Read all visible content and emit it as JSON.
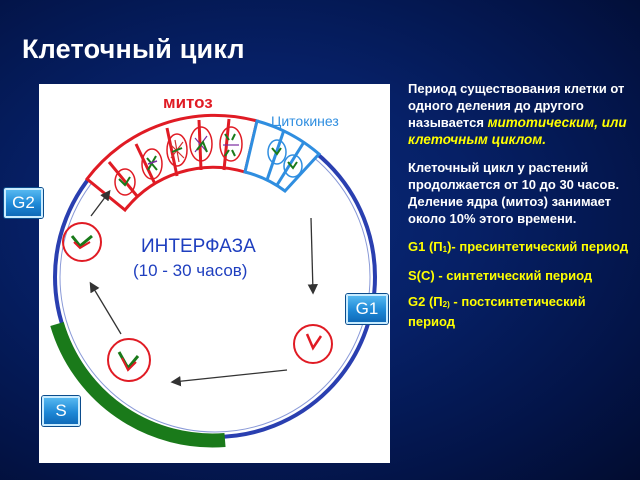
{
  "slide": {
    "title": "Клеточный цикл"
  },
  "diagram": {
    "mitosis_label": "митоз",
    "cytokinesis_label": "Цитокинез",
    "interphase_title": "ИНТЕРФАЗА",
    "interphase_duration": "(10 - 30 часов)",
    "phase_labels": {
      "g2": "G2",
      "g1": "G1",
      "s": "S"
    },
    "colors": {
      "ring": "#2a3fb0",
      "mitosis_cells": "#e01b24",
      "cytokinesis_cells": "#2f8ee0",
      "s_arc": "#1a7a1a",
      "label_red": "#e01b24",
      "title_blue": "#1f3fbf"
    }
  },
  "text": {
    "intro": "Период существования клетки от одного деления до другого называется",
    "intro_term": "митотическим, или клеточным циклом.",
    "duration": "Клеточный цикл у растений продолжается от 10 до 30 часов. Деление ядра (митоз) занимает около 10% этого времени.",
    "g1_code": "G1 (П",
    "g1_sub": "1",
    "g1_close": ")-",
    "g1_name": "пресинтетический период",
    "s_code": "S(С)",
    "s_name": "- синтетический период",
    "g2_code": "G2 (П",
    "g2_sub": "2)",
    "g2_dash": "-",
    "g2_name": "постсинтетический период"
  }
}
